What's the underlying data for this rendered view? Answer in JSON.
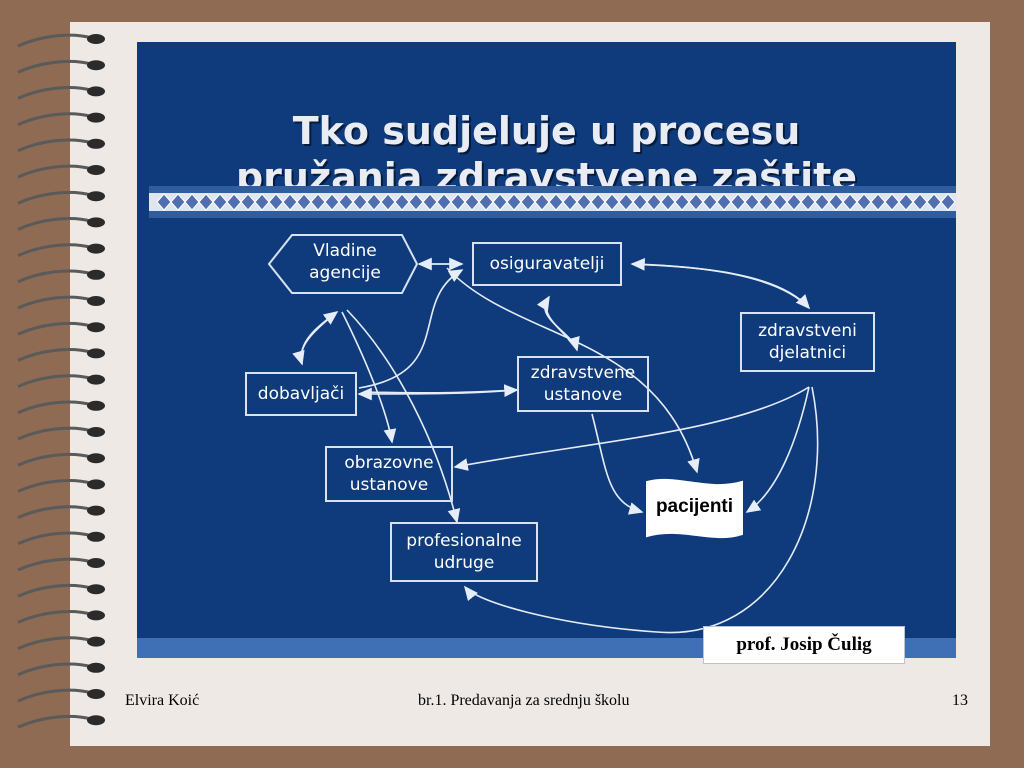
{
  "slide": {
    "title_line1": "Tko sudjeluje u procesu",
    "title_line2": "pružanja zdravstvene zaštite",
    "nodes": {
      "vladine_agencije": {
        "line1": "Vladine",
        "line2": "agencije"
      },
      "osiguravatelji": {
        "line1": "osiguravatelji"
      },
      "zdravstveni_djelatnici": {
        "line1": "zdravstveni",
        "line2": "djelatnici"
      },
      "dobavljaci": {
        "line1": "dobavljači"
      },
      "zdravstvene_ustanove": {
        "line1": "zdravstvene",
        "line2": "ustanove"
      },
      "obrazovne_ustanove": {
        "line1": "obrazovne",
        "line2": "ustanove"
      },
      "profesionalne_udruge": {
        "line1": "profesionalne",
        "line2": "udruge"
      },
      "pacijenti": {
        "line1": "pacijenti"
      }
    },
    "credit": "prof. Josip Čulig"
  },
  "footer": {
    "author": "Elvira Koić",
    "title": "br.1. Predavanja za srednju školu",
    "page_number": "13"
  },
  "colors": {
    "page_background": "#8f6b54",
    "paper": "#efe9e6",
    "slide_blue": "#0f3b7c",
    "accent_blue": "#3f70b5"
  }
}
